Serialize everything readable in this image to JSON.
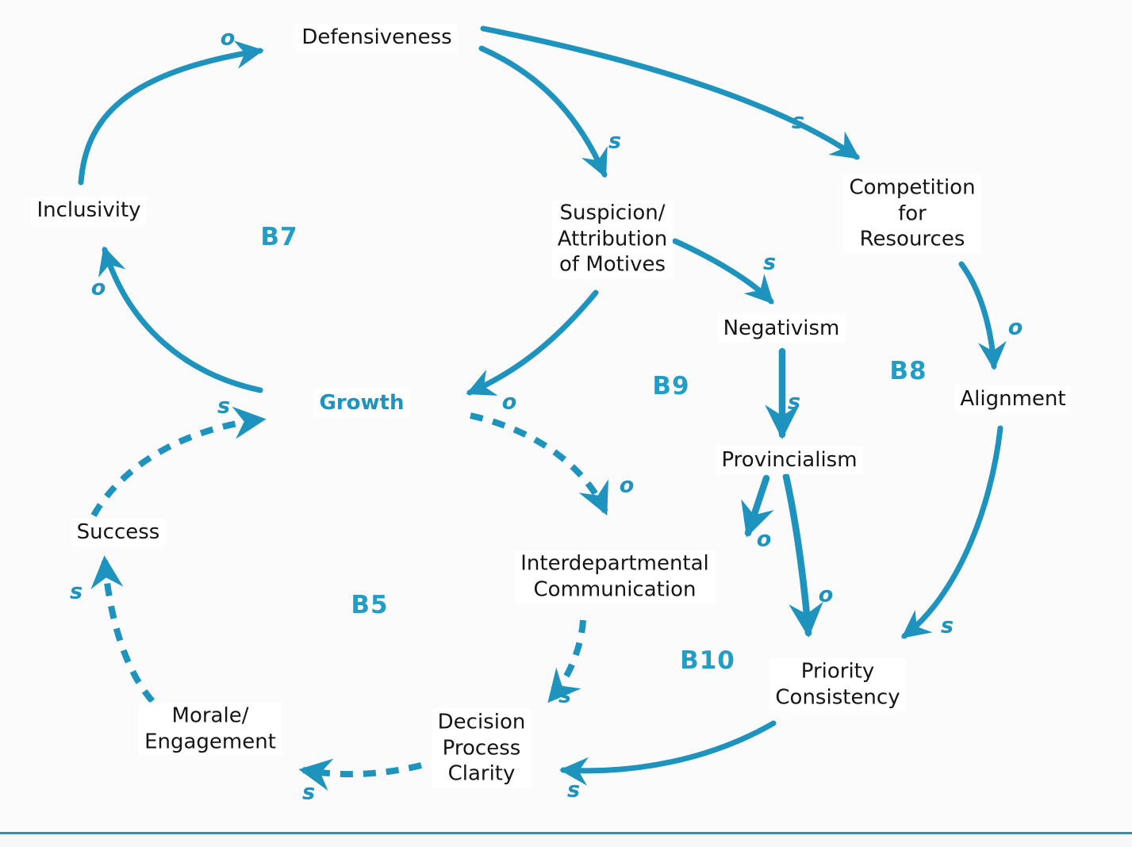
{
  "diagram": {
    "accent_color": "#1d93bd",
    "nodes": {
      "defensiveness": "Defensiveness",
      "inclusivity": "Inclusivity",
      "suspicion": "Suspicion/\nAttribution\nof Motives",
      "competition": "Competition\nfor\nResources",
      "negativism": "Negativism",
      "growth": "Growth",
      "alignment": "Alignment",
      "provincialism": "Provincialism",
      "success": "Success",
      "interdepartmental": "Interdepartmental\nCommunication",
      "priority": "Priority\nConsistency",
      "morale": "Morale/\nEngagement",
      "decision": "Decision\nProcess\nClarity"
    },
    "loop_labels": {
      "b7": "B7",
      "b9": "B9",
      "b8": "B8",
      "b5": "B5",
      "b10": "B10"
    },
    "edges": [
      {
        "from": "Inclusivity",
        "to": "Defensiveness",
        "polarity": "o",
        "style": "solid"
      },
      {
        "from": "Defensiveness",
        "to": "Suspicion/Attribution of Motives",
        "polarity": "s",
        "style": "solid"
      },
      {
        "from": "Defensiveness",
        "to": "Competition for Resources",
        "polarity": "s",
        "style": "solid"
      },
      {
        "from": "Suspicion/Attribution of Motives",
        "to": "Negativism",
        "polarity": "s",
        "style": "solid"
      },
      {
        "from": "Suspicion/Attribution of Motives",
        "to": "Growth",
        "polarity": "o",
        "style": "solid"
      },
      {
        "from": "Growth",
        "to": "Inclusivity",
        "polarity": "o",
        "style": "solid"
      },
      {
        "from": "Success",
        "to": "Growth",
        "polarity": "s",
        "style": "dashed"
      },
      {
        "from": "Growth",
        "to": "Interdepartmental Communication",
        "polarity": "o",
        "style": "dashed"
      },
      {
        "from": "Negativism",
        "to": "Provincialism",
        "polarity": "s",
        "style": "solid"
      },
      {
        "from": "Competition for Resources",
        "to": "Alignment",
        "polarity": "o",
        "style": "solid"
      },
      {
        "from": "Alignment",
        "to": "Priority Consistency",
        "polarity": "s",
        "style": "solid"
      },
      {
        "from": "Provincialism",
        "to": "Interdepartmental Communication",
        "polarity": "o",
        "style": "solid"
      },
      {
        "from": "Provincialism",
        "to": "Priority Consistency",
        "polarity": "o",
        "style": "solid"
      },
      {
        "from": "Priority Consistency",
        "to": "Decision Process Clarity",
        "polarity": "s",
        "style": "solid"
      },
      {
        "from": "Interdepartmental Communication",
        "to": "Decision Process Clarity",
        "polarity": "s",
        "style": "dashed"
      },
      {
        "from": "Decision Process Clarity",
        "to": "Morale/Engagement",
        "polarity": "s",
        "style": "dashed"
      },
      {
        "from": "Morale/Engagement",
        "to": "Success",
        "polarity": "s",
        "style": "dashed"
      }
    ]
  }
}
